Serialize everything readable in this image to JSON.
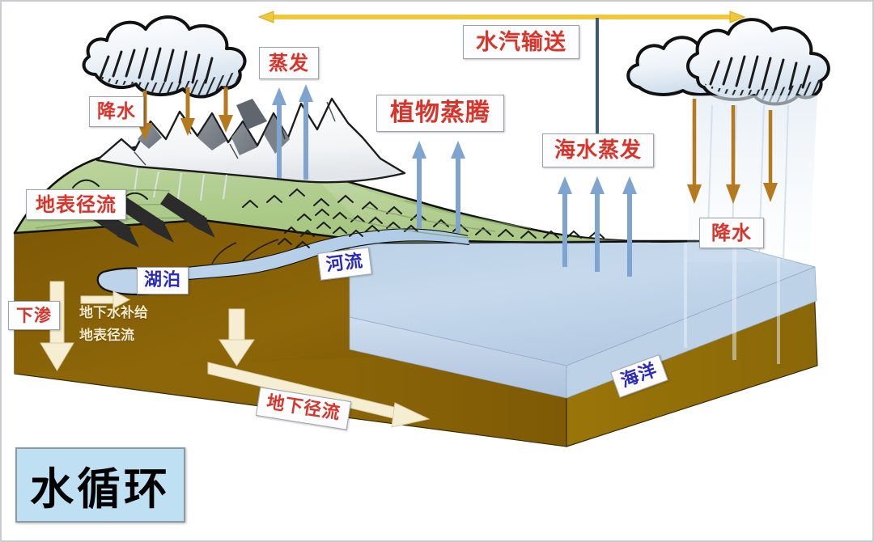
{
  "diagram": {
    "title": "水循环",
    "type": "water-cycle-diagram",
    "language": "zh-CN"
  },
  "title_box": {
    "text": "水循环",
    "text_color": "#000000",
    "background": "#bfe0f2",
    "border_color": "#8d99a6"
  },
  "labels": [
    {
      "id": "precipitation-left",
      "text": "降水",
      "color": "#d9342b",
      "style": "boxed-red"
    },
    {
      "id": "evaporation",
      "text": "蒸发",
      "color": "#d9342b",
      "style": "boxed-red"
    },
    {
      "id": "vapor-transport",
      "text": "水汽输送",
      "color": "#d9342b",
      "style": "boxed-red"
    },
    {
      "id": "plant-transpiration",
      "text": "植物蒸腾",
      "color": "#d9342b",
      "style": "boxed-red"
    },
    {
      "id": "sea-evaporation",
      "text": "海水蒸发",
      "color": "#d9342b",
      "style": "boxed-red"
    },
    {
      "id": "precipitation-right",
      "text": "降水",
      "color": "#d9342b",
      "style": "boxed-red"
    },
    {
      "id": "surface-runoff",
      "text": "地表径流",
      "color": "#d9342b",
      "style": "boxed-red"
    },
    {
      "id": "infiltration",
      "text": "下渗",
      "color": "#d9342b",
      "style": "boxed-red"
    },
    {
      "id": "underground-runoff",
      "text": "地下径流",
      "color": "#d9342b",
      "style": "boxed-red"
    },
    {
      "id": "lake",
      "text": "湖泊",
      "color": "#2b2bbf",
      "style": "boxed-blue"
    },
    {
      "id": "river",
      "text": "河流",
      "color": "#2b2bbf",
      "style": "boxed-blue"
    },
    {
      "id": "ocean",
      "text": "海洋",
      "color": "#2b2bbf",
      "style": "boxed-blue"
    },
    {
      "id": "groundwater-recharge",
      "text": "地下水补给",
      "color": "#f3e9c9",
      "style": "plain-cream"
    },
    {
      "id": "groundwater-surface-runoff",
      "text": "地表径流",
      "color": "#f3e9c9",
      "style": "plain-cream"
    }
  ],
  "text": {
    "precipitation_left": "降水",
    "evaporation": "蒸发",
    "vapor_transport": "水汽输送",
    "plant_transpiration": "植物蒸腾",
    "sea_evaporation": "海水蒸发",
    "precipitation_right": "降水",
    "surface_runoff": "地表径流",
    "infiltration": "下渗",
    "underground_runoff": "地下径流",
    "lake": "湖泊",
    "river": "河流",
    "ocean": "海洋",
    "groundwater_recharge": "地下水补给",
    "groundwater_surface_runoff": "地表径流",
    "title": "水循环"
  },
  "colors": {
    "label_red": "#d9342b",
    "label_blue": "#2b2bbf",
    "label_box_bg": "#fdfdfd",
    "label_box_border": "#9aa2ac",
    "soil_brown": "#8a6208",
    "soil_brown_dark": "#6e4d06",
    "grass_green": "#b3cf92",
    "grass_green_dark": "#9cbd7c",
    "ocean_blue": "#b9cfe6",
    "ocean_blue_light": "#cfe0f0",
    "arrow_brown": "#b5791e",
    "arrow_blue": "#6f9ccd",
    "arrow_yellow": "#f0c93a",
    "arrow_cream": "#f5eed3",
    "arrow_black": "#2b2b2b",
    "vapor_line_navy": "#3d5a73",
    "title_bg": "#bfe0f2",
    "background": "#ffffff"
  },
  "arrows": {
    "vapor_transport_top": {
      "direction": "double-horizontal",
      "color": "#f0c93a"
    },
    "precipitation_left": {
      "count": 3,
      "direction": "down",
      "color": "#b5791e"
    },
    "precipitation_right": {
      "count": 3,
      "direction": "down",
      "color": "#b5791e"
    },
    "evaporation_mountain": {
      "count": 2,
      "direction": "up",
      "color": "#6f9ccd"
    },
    "plant_transpiration": {
      "count": 2,
      "direction": "up",
      "color": "#6f9ccd"
    },
    "sea_evaporation": {
      "count": 3,
      "direction": "up",
      "color": "#6f9ccd"
    },
    "surface_runoff": {
      "count": 3,
      "direction": "down-right",
      "color": "#2b2b2b"
    },
    "infiltration": {
      "count": 2,
      "direction": "down",
      "color": "#f5eed3"
    },
    "groundwater_recharge": {
      "count": 1,
      "direction": "right",
      "color": "#f5eed3"
    },
    "underground_runoff": {
      "count": 1,
      "direction": "right",
      "color": "#f5eed3"
    }
  }
}
